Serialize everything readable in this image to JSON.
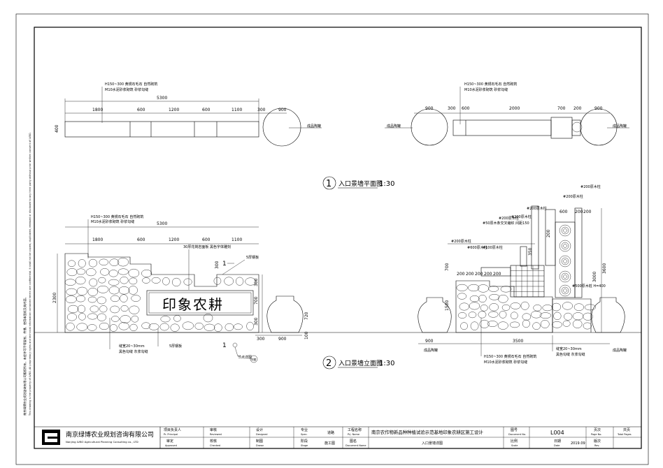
{
  "notice_lines": [
    "南京绿博农业规划咨询有限公司版权所有，未经许可不得复制、传播、使用本图纸及其内容。",
    "This drawing is the property of LVBO. All proprietary rights and technical information contained herein are confidential. It shall not be copied, duplicated, released or disclosed to any third party without prior written consent of LVBO."
  ],
  "plan": {
    "title_num": "1",
    "title_text": "入口景墙平面图",
    "scale": "1:30",
    "left": {
      "note1": "H150~300 黄锈石毛石 自然砌筑",
      "note2": "M10水泥砂浆砌筑 砂浆勾缝",
      "total": "5300",
      "segments": [
        "1800",
        "600",
        "1200",
        "600",
        "1100"
      ],
      "gap": "300",
      "pot_width": "900",
      "depth": "400",
      "pot_label": "成品陶罐"
    },
    "right": {
      "note1": "H150~300 黄锈石毛石 自然砌筑",
      "note2": "M10水泥砂浆砌筑 砂浆勾缝",
      "segments": [
        "900",
        "300",
        "600",
        "2000",
        "700",
        "200",
        "900"
      ],
      "pot_label_left": "成品陶罐",
      "pot_label_right": "成品陶罐"
    }
  },
  "elev": {
    "title_num": "2",
    "title_text": "入口景墙立面图",
    "scale": "1:30",
    "left": {
      "note1": "H150~300 黄锈石毛石 自然砌筑",
      "note2": "M10水泥砂浆砌筑 砂浆勾缝",
      "total": "5300",
      "segments": [
        "1800",
        "600",
        "1200",
        "600",
        "1100"
      ],
      "sign_text": "印象农耕",
      "sign_note": "30厚花岗岩面板 黑色字体雕刻",
      "steel_note": "5厚钢板",
      "joint_note1": "缝宽20~30mm",
      "joint_note2": "黑色勾缝 灰浆勾缝",
      "base_note": "5厚钢板",
      "height": "2300",
      "dims_v": [
        "300",
        "300",
        "700",
        "300"
      ],
      "pot_h": "720",
      "pot_base": "100",
      "bottom_dims": [
        "300",
        "900"
      ],
      "section_mark": "1",
      "detail_label": "节点详图",
      "detail_ref": "详图"
    },
    "right": {
      "labels": [
        "#200原木柱",
        "#200原木柱",
        "#200原木柱",
        "#200原木柱",
        "#200原木柱",
        "#50原木条交叉编织 间距150",
        "#200原木柱",
        "#600原木柱",
        "#100原木柱",
        "#200原木柱",
        "#200原木柱"
      ],
      "dims_top": [
        "600",
        "200",
        "200"
      ],
      "dims_v": [
        "3600",
        "3000",
        "700",
        "1500",
        "350",
        "200"
      ],
      "mid_dims": [
        "200",
        "200",
        "200",
        "200",
        "200"
      ],
      "bottom": "3500",
      "left_w": "900",
      "note1": "H150~300 黄锈石毛石 自然砌筑",
      "note2": "M10水泥砂浆砌筑 砂浆勾缝",
      "joint_note1": "缝宽20~30mm",
      "joint_note2": "黑色勾缝 灰浆勾缝",
      "side_note": "#500原木桩 H=400",
      "pot_label_left": "成品陶罐",
      "pot_label_right": "成品陶罐"
    }
  },
  "titleblock": {
    "company_cn": "南京绿博农业规划咨询有限公司",
    "company_en": "Nanjing LVBO Agricultural Planning Consulting co., LTD",
    "cells": {
      "pm_cn": "项目负责人",
      "pm_en": "Pr. Principal",
      "review_cn": "审核",
      "review_en": "Reviewed",
      "design_cn": "设计",
      "design_en": "Designed",
      "spec_cn": "专业",
      "spec_en": "Spec.",
      "spec_val": "道路",
      "proj_cn": "工程名称",
      "proj_en": "Prj. Name",
      "proj_val": "南京农作物新品种种植试验示范基地印象农耕区施工设计",
      "docno_cn": "图号",
      "docno_en": "Document No.",
      "docno_val": "L004",
      "page_cn": "页次",
      "page_en": "Page No.",
      "total_cn": "共页",
      "total_en": "Total Pages",
      "approve_cn": "审定",
      "approve_en": "Approved",
      "check_cn": "校核",
      "check_en": "Checked",
      "draw_cn": "制图",
      "draw_en": "Drawn",
      "stage_cn": "阶段",
      "stage_en": "Stage",
      "stage_val": "施工图",
      "figname_cn": "图名",
      "figname_en": "Document Name",
      "figname_val": "入口景墙详图",
      "scale_cn": "比例",
      "scale_en": "Scale",
      "date_cn": "日期",
      "date_en": "Date",
      "date_val": "2019.09",
      "rev_cn": "版次",
      "rev_en": "Rev."
    }
  }
}
